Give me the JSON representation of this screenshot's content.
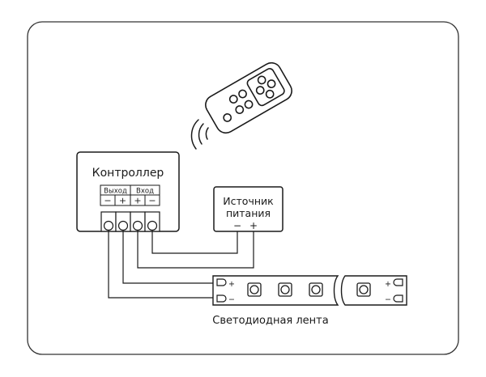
{
  "controller": {
    "title": "Контроллер",
    "output_label": "Выход",
    "input_label": "Вход",
    "out_minus": "−",
    "out_plus": "+",
    "in_plus": "+",
    "in_minus": "−"
  },
  "power_supply": {
    "title_line1": "Источник",
    "title_line2": "питания",
    "minus": "−",
    "plus": "+"
  },
  "led_strip": {
    "label": "Светодиодная лента",
    "left_plus": "+",
    "left_minus": "−",
    "right_plus": "+",
    "right_minus": "−"
  },
  "colors": {
    "stroke": "#1a1a1a",
    "frame": "#333333",
    "background": "#ffffff"
  },
  "icons": {
    "remote": "remote-control-icon",
    "signal": "signal-waves-icon"
  }
}
